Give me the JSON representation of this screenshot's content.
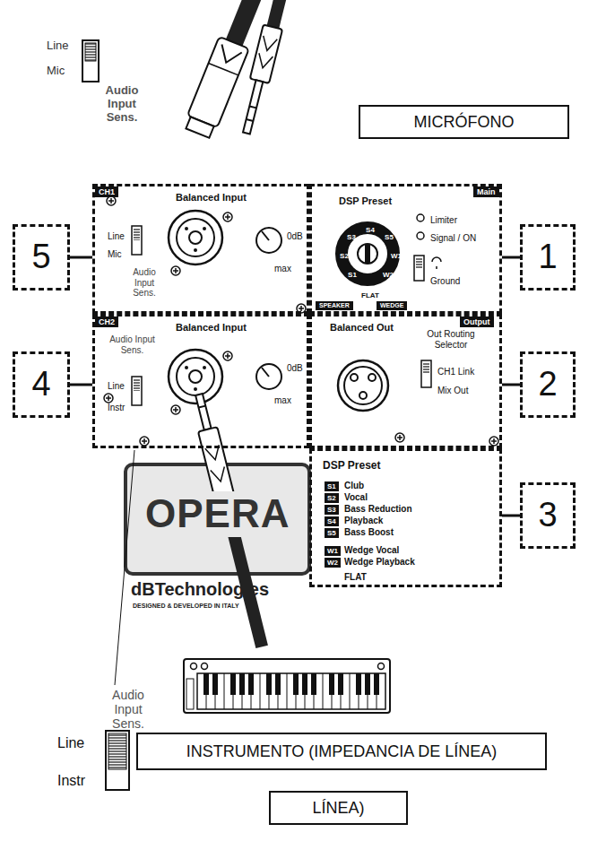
{
  "diagram": {
    "nodes": [
      {
        "text": [
          "MICRÓFONO"
        ]
      },
      {
        "text": [
          "5"
        ]
      },
      {
        "text": [
          "CH1",
          "Balanced Input",
          "Line",
          "Mic",
          "Audio Input Sens.",
          "0dB",
          "max"
        ]
      },
      {
        "text": [
          "Main",
          "DSP Preset",
          "S4",
          "S3",
          "S5",
          "S2",
          "W1",
          "S1",
          "W2",
          "FLAT",
          "Limiter",
          "Signal / ON",
          "Ground",
          "SPEAKER",
          "WEDGE"
        ]
      },
      {
        "text": [
          "1"
        ]
      },
      {
        "text": [
          "4"
        ]
      },
      {
        "text": [
          "CH2",
          "Balanced Input",
          "Audio Input Sens.",
          "Line",
          "Instr",
          "0dB",
          "max"
        ]
      },
      {
        "text": [
          "Output",
          "Balanced Out",
          "Out Routing Selector",
          "CH1 Link",
          "Mix Out"
        ]
      },
      {
        "text": [
          "2"
        ]
      },
      {
        "text": [
          "OPERA",
          "dBTechnologies",
          "DESIGNED & DEVELOPED IN ITALY"
        ]
      },
      {
        "text": [
          "DSP Preset",
          "S1",
          "Club",
          "S2",
          "Vocal",
          "S3",
          "Bass Reduction",
          "S4",
          "Playback",
          "S5",
          "Bass Boost",
          "W1",
          "Wedge Vocal",
          "W2",
          "Wedge Playback",
          "FLAT"
        ]
      },
      {
        "text": [
          "3"
        ]
      },
      {
        "text": [
          "INSTRUMENTO (IMPEDANCIA DE LÍNEA)"
        ]
      },
      {
        "text": [
          "LÍNEA)"
        ]
      }
    ],
    "edges": [
      {
        "from": 1,
        "to": 2,
        "arrow": "none"
      },
      {
        "from": 4,
        "to": 3,
        "arrow": "none"
      },
      {
        "from": 5,
        "to": 6,
        "arrow": "none"
      },
      {
        "from": 8,
        "to": 7,
        "arrow": "none"
      },
      {
        "from": 11,
        "to": 10,
        "arrow": "none"
      }
    ],
    "labels": [
      "Line",
      "Mic",
      "Audio Input Sens.",
      "Audio Input Sens.",
      "Line",
      "Instr"
    ]
  }
}
